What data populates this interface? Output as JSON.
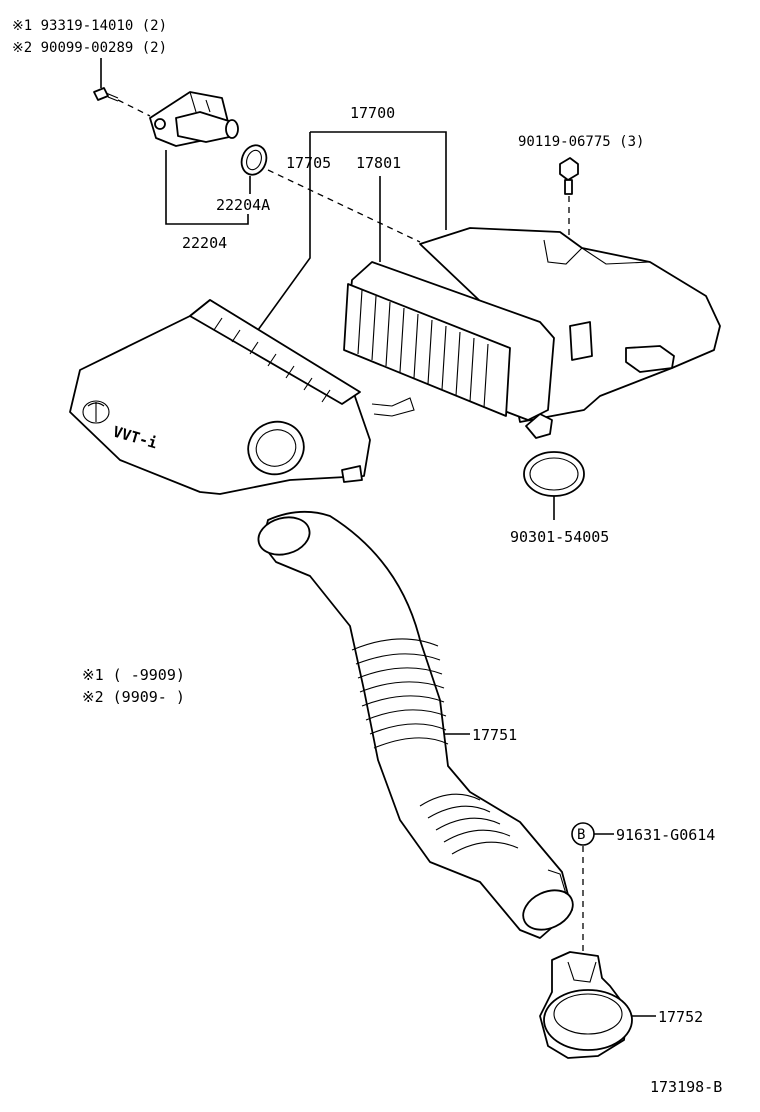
{
  "notes": {
    "note1_code": "※1  93319-14010 (2)",
    "note2_code": "※2  90099-00289 (2)",
    "note1_range": "※1  (      -9909)",
    "note2_range": "※2  (9909-      )"
  },
  "labels": {
    "assembly": "17700",
    "cap": "17705",
    "element": "17801",
    "bolt": "90119-06775 (3)",
    "sensor_gasket": "22204A",
    "sensor": "22204",
    "oring": "90301-54005",
    "hose": "17751",
    "clamp_ref": "B",
    "clamp": "91631-G0614",
    "resonator": "17752",
    "logo_text": "VVT-i",
    "drawing_number": "173198-B"
  }
}
